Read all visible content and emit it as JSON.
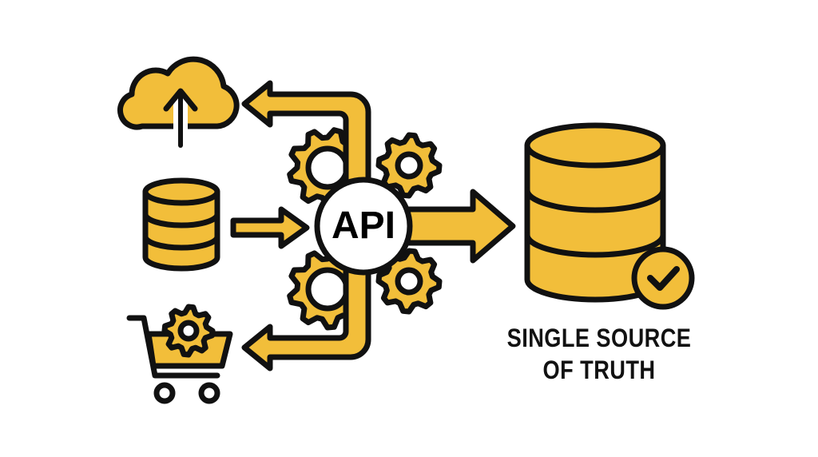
{
  "hub": {
    "label": "API"
  },
  "caption": {
    "line1": "SINGLE SOURCE",
    "line2": "OF TRUTH"
  },
  "colors": {
    "fill": "#F2BE3A",
    "stroke": "#111111",
    "background": "#FFFFFF"
  },
  "icons": [
    "cloud-upload-icon",
    "database-icon",
    "shopping-cart-gear-icon",
    "gear-icon",
    "check-badge-icon"
  ]
}
